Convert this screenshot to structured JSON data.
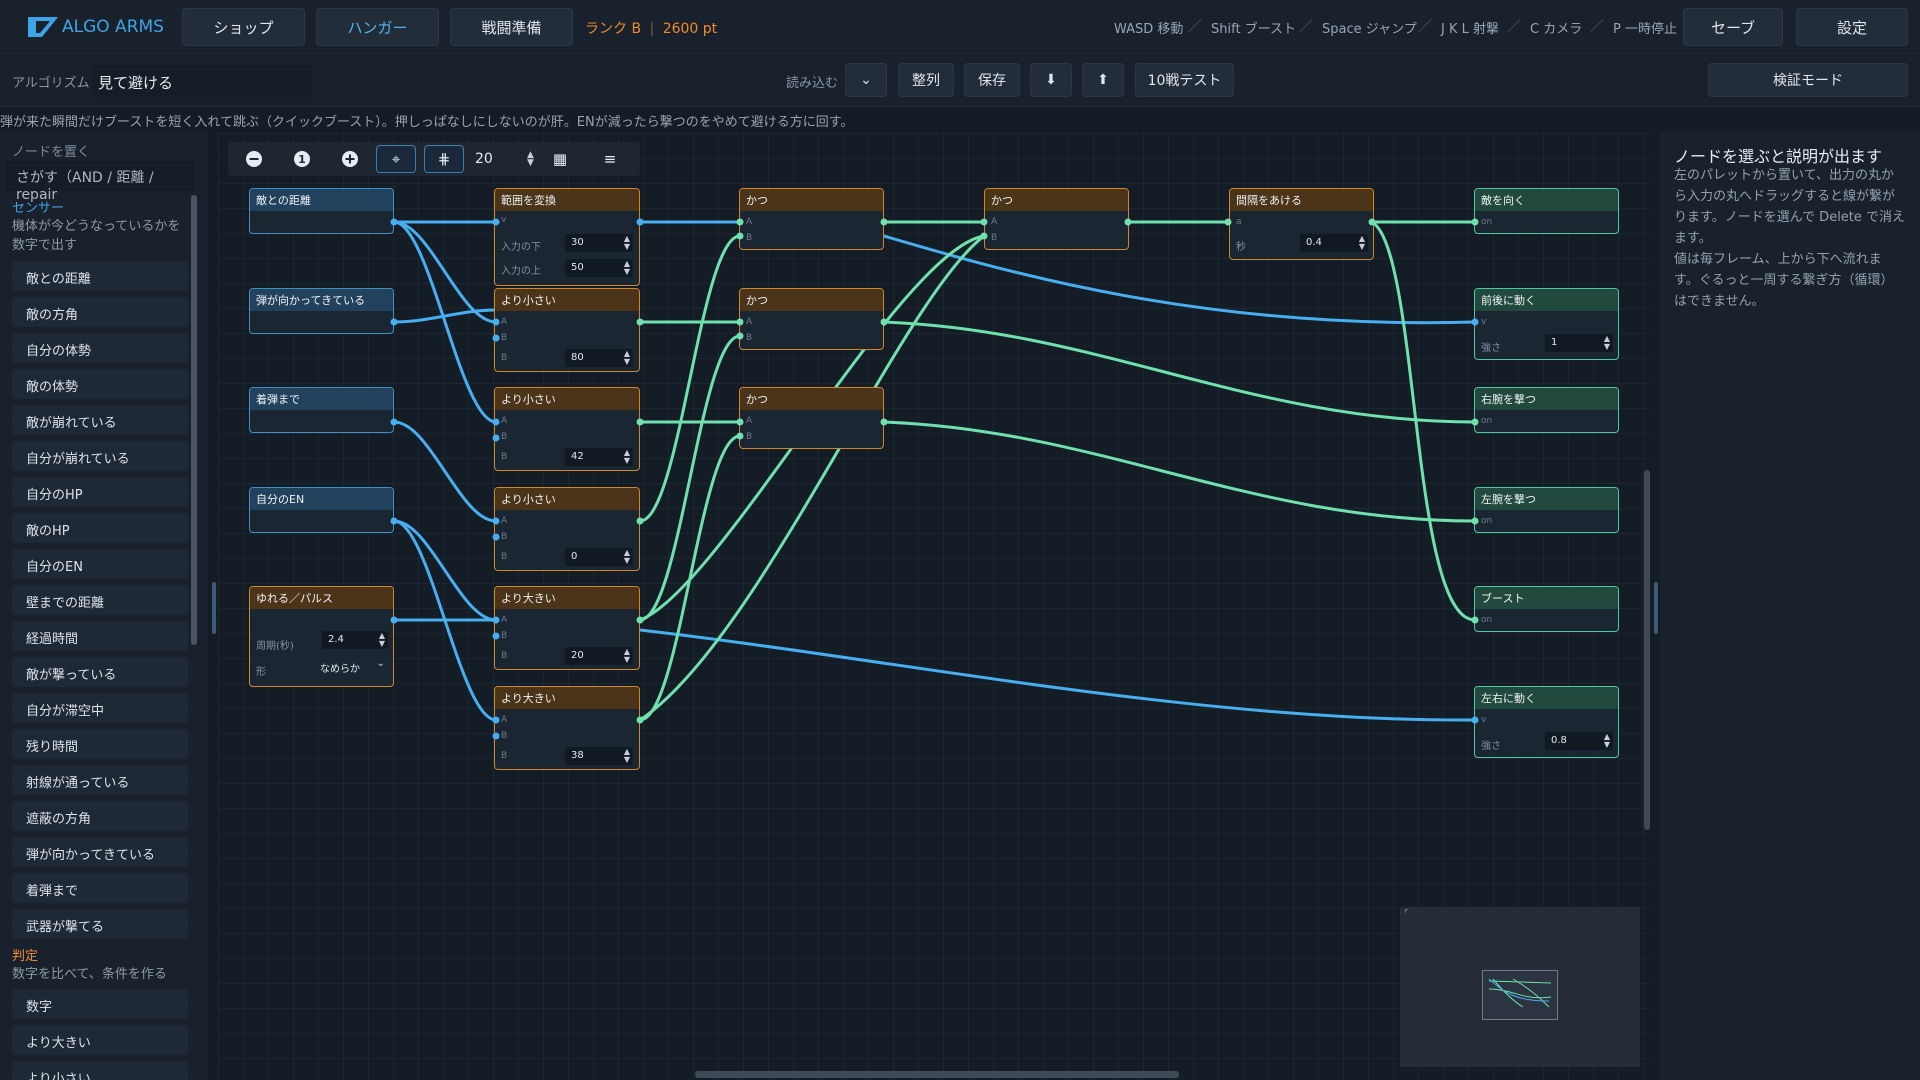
{
  "app": {
    "name": "ALGO ARMS"
  },
  "nav": {
    "shop": "ショップ",
    "hangar": "ハンガー",
    "battle_prep": "戦闘準備",
    "rank": "ランク B",
    "points": "2600 pt"
  },
  "keys": [
    "WASD 移動",
    "Shift ブースト",
    "Space ジャンプ",
    "J K L 射撃",
    "C カメラ",
    "P 一時停止"
  ],
  "top_actions": {
    "save": "セーブ",
    "settings": "設定"
  },
  "toolbar": {
    "algo_label": "アルゴリズム",
    "algo_name": "見て避ける",
    "load_label": "読み込む",
    "chevron": "⌄",
    "arrange": "整列",
    "save": "保存",
    "download": "⬇",
    "upload": "⬆",
    "test10": "10戦テスト",
    "verify": "検証モード"
  },
  "hint": "弾が来た瞬間だけブーストを短く入れて跳ぶ（クイックブースト）。押しっぱなしにしないのが肝。ENが減ったら撃つのをやめて避ける方に回す。",
  "palette": {
    "title": "ノードを置く",
    "search_placeholder": "さがす（AND / 距離 / repair",
    "sensor_cat": "センサー",
    "sensor_desc": "機体が今どうなっているかを数字で出す",
    "sensor_items": [
      "敵との距離",
      "敵の方角",
      "自分の体勢",
      "敵の体勢",
      "敵が崩れている",
      "自分が崩れている",
      "自分のHP",
      "敵のHP",
      "自分のEN",
      "壁までの距離",
      "経過時間",
      "敵が撃っている",
      "自分が滞空中",
      "残り時間",
      "射線が通っている",
      "遮蔽の方角",
      "弾が向かってきている",
      "着弾まで",
      "武器が撃てる"
    ],
    "judge_cat": "判定",
    "judge_desc": "数字を比べて、条件を作る",
    "judge_items": [
      "数字",
      "より大きい",
      "より小さい"
    ]
  },
  "canvas_tools": {
    "zoom_out": "−",
    "zoom_reset": "1",
    "zoom_in": "+",
    "snap": "⌖",
    "grid": "⋕",
    "grid_size": "20",
    "minimap": "▦",
    "collapse": "≡"
  },
  "nodes": {
    "n1": {
      "title": "敵との距離"
    },
    "n2": {
      "title": "弾が向かってきている"
    },
    "n3": {
      "title": "着弾まで"
    },
    "n4": {
      "title": "自分のEN"
    },
    "n5": {
      "title": "ゆれる／パルス",
      "period_label": "周期(秒)",
      "period": "2.4",
      "shape_label": "形",
      "shape": "なめらか"
    },
    "r1": {
      "title": "範囲を変換",
      "port": "v",
      "lo_label": "入力の下",
      "lo": "30",
      "hi_label": "入力の上",
      "hi": "50"
    },
    "l1": {
      "title": "より小さい",
      "b": "80"
    },
    "l2": {
      "title": "より小さい",
      "b": "42"
    },
    "l3": {
      "title": "より小さい",
      "b": "0"
    },
    "g1": {
      "title": "より大きい",
      "b": "20"
    },
    "g2": {
      "title": "より大きい",
      "b": "38"
    },
    "a1": {
      "title": "かつ"
    },
    "a2": {
      "title": "かつ"
    },
    "a3": {
      "title": "かつ"
    },
    "a4": {
      "title": "かつ"
    },
    "iv": {
      "title": "間隔をあける",
      "port": "a",
      "sec_label": "秒",
      "sec": "0.4"
    },
    "o1": {
      "title": "敵を向く",
      "port": "on"
    },
    "o2": {
      "title": "前後に動く",
      "port": "v",
      "str_label": "強さ",
      "str": "1"
    },
    "o3": {
      "title": "右腕を撃つ",
      "port": "on"
    },
    "o4": {
      "title": "左腕を撃つ",
      "port": "on"
    },
    "o5": {
      "title": "ブースト",
      "port": "on"
    },
    "o6": {
      "title": "左右に動く",
      "port": "v",
      "str_label": "強さ",
      "str": "0.8"
    }
  },
  "ports": {
    "a": "A",
    "b": "B"
  },
  "right_panel": {
    "title": "ノードを選ぶと説明が出ます",
    "text1": "左のパレットから置いて、出力の丸から入力の丸へドラッグすると線が繋がります。ノードを選んで Delete で消えます。",
    "text2": "値は毎フレーム、上から下へ流れます。ぐるっと一周する繋ぎ方（循環）はできません。"
  },
  "colors": {
    "accent": "#3fa4e6",
    "sensor": "#3e8fc4",
    "logic": "#d0862a",
    "action": "#4ec8a0",
    "wire_blue": "#47aef0",
    "wire_green": "#6fe0ae",
    "rank": "#f08a2e"
  }
}
